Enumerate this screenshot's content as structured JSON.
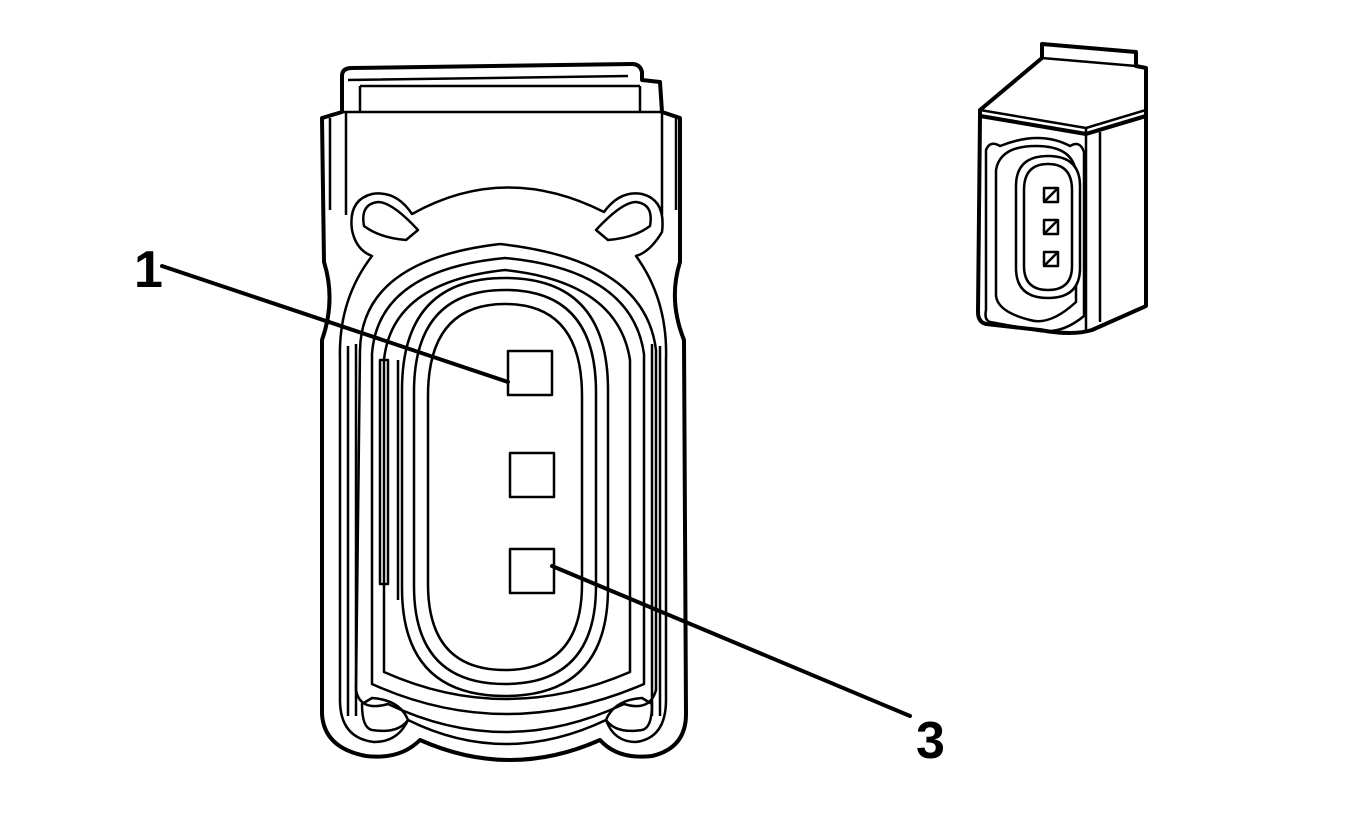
{
  "callouts": [
    {
      "id": "pin-1",
      "label": "1"
    },
    {
      "id": "pin-3",
      "label": "3"
    }
  ],
  "colors": {
    "line": "#000000",
    "background": "#ffffff"
  },
  "icons": [
    "connector-face-view",
    "connector-perspective-view"
  ]
}
